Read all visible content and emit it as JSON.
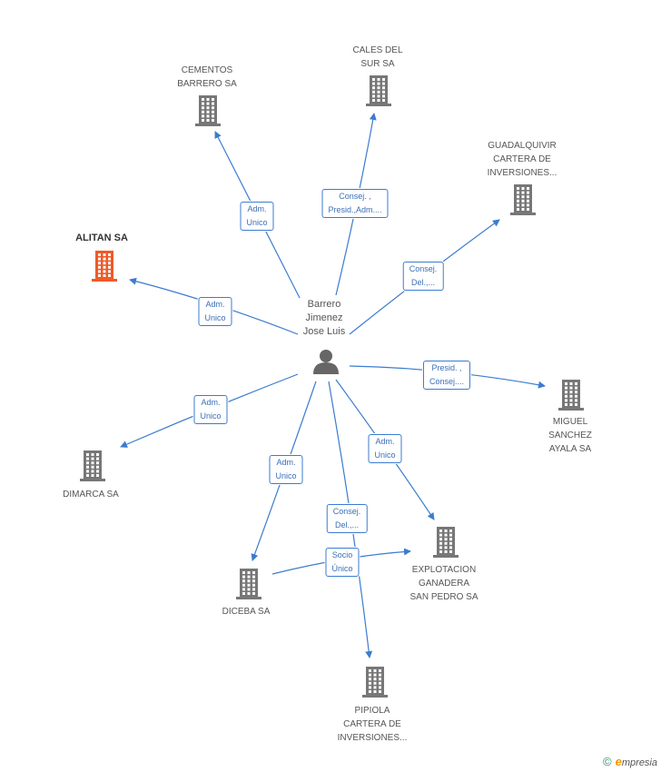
{
  "colors": {
    "edge": "#3b7ccf",
    "building": "#777777",
    "highlight": "#f05a28",
    "person": "#666666"
  },
  "person": {
    "label": "Barrero\nJimenez\nJose Luis",
    "icon": "person-icon"
  },
  "companies": [
    {
      "id": "cementos",
      "label": "CEMENTOS\nBARRERO SA",
      "highlight": false
    },
    {
      "id": "cales",
      "label": "CALES DEL\nSUR SA",
      "highlight": false
    },
    {
      "id": "guadalquivir",
      "label": "GUADALQUIVIR\nCARTERA DE\nINVERSIONES...",
      "highlight": false
    },
    {
      "id": "alitan",
      "label": "ALITAN SA",
      "highlight": true
    },
    {
      "id": "miguel",
      "label": "MIGUEL\nSANCHEZ\nAYALA SA",
      "highlight": false
    },
    {
      "id": "dimarca",
      "label": "DIMARCA SA",
      "highlight": false
    },
    {
      "id": "explotacion",
      "label": "EXPLOTACION\nGANADERA\nSAN PEDRO SA",
      "highlight": false
    },
    {
      "id": "diceba",
      "label": "DICEBA SA",
      "highlight": false
    },
    {
      "id": "pipiola",
      "label": "PIPIOLA\nCARTERA DE\nINVERSIONES...",
      "highlight": false
    }
  ],
  "relations": [
    {
      "from": "person",
      "to": "cementos",
      "label": "Adm.\nUnico"
    },
    {
      "from": "person",
      "to": "cales",
      "label": "Consej. ,\nPresid.,Adm...."
    },
    {
      "from": "person",
      "to": "guadalquivir",
      "label": "Consej.\nDel.,..."
    },
    {
      "from": "person",
      "to": "alitan",
      "label": "Adm.\nUnico"
    },
    {
      "from": "person",
      "to": "miguel",
      "label": "Presid. ,\nConsej...."
    },
    {
      "from": "person",
      "to": "dimarca",
      "label": "Adm.\nUnico"
    },
    {
      "from": "person",
      "to": "explotacion",
      "label": "Adm.\nUnico"
    },
    {
      "from": "person",
      "to": "diceba",
      "label": "Adm.\nUnico"
    },
    {
      "from": "person",
      "to": "pipiola",
      "label": "Consej.\nDel.,..."
    },
    {
      "from": "diceba",
      "to": "explotacion",
      "label": "Socio\nÚnico"
    }
  ],
  "footer": {
    "copyright": "©",
    "brand_first": "e",
    "brand_rest": "mpresia"
  }
}
